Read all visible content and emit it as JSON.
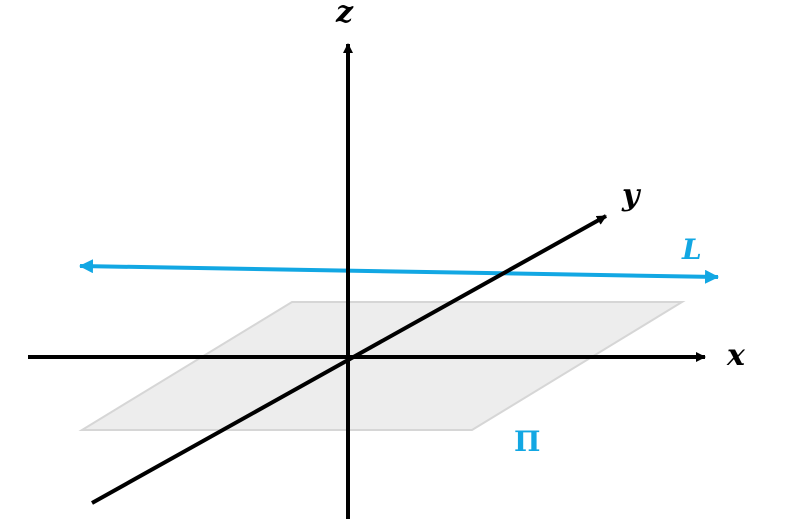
{
  "diagram": {
    "axes": {
      "x_label": "x",
      "y_label": "y",
      "z_label": "z"
    },
    "plane": {
      "label": "Π",
      "fill": "#ededed",
      "stroke": "#d6d6d6"
    },
    "line": {
      "label": "L",
      "color": "#12a7e3"
    },
    "axis_color": "#000000"
  }
}
